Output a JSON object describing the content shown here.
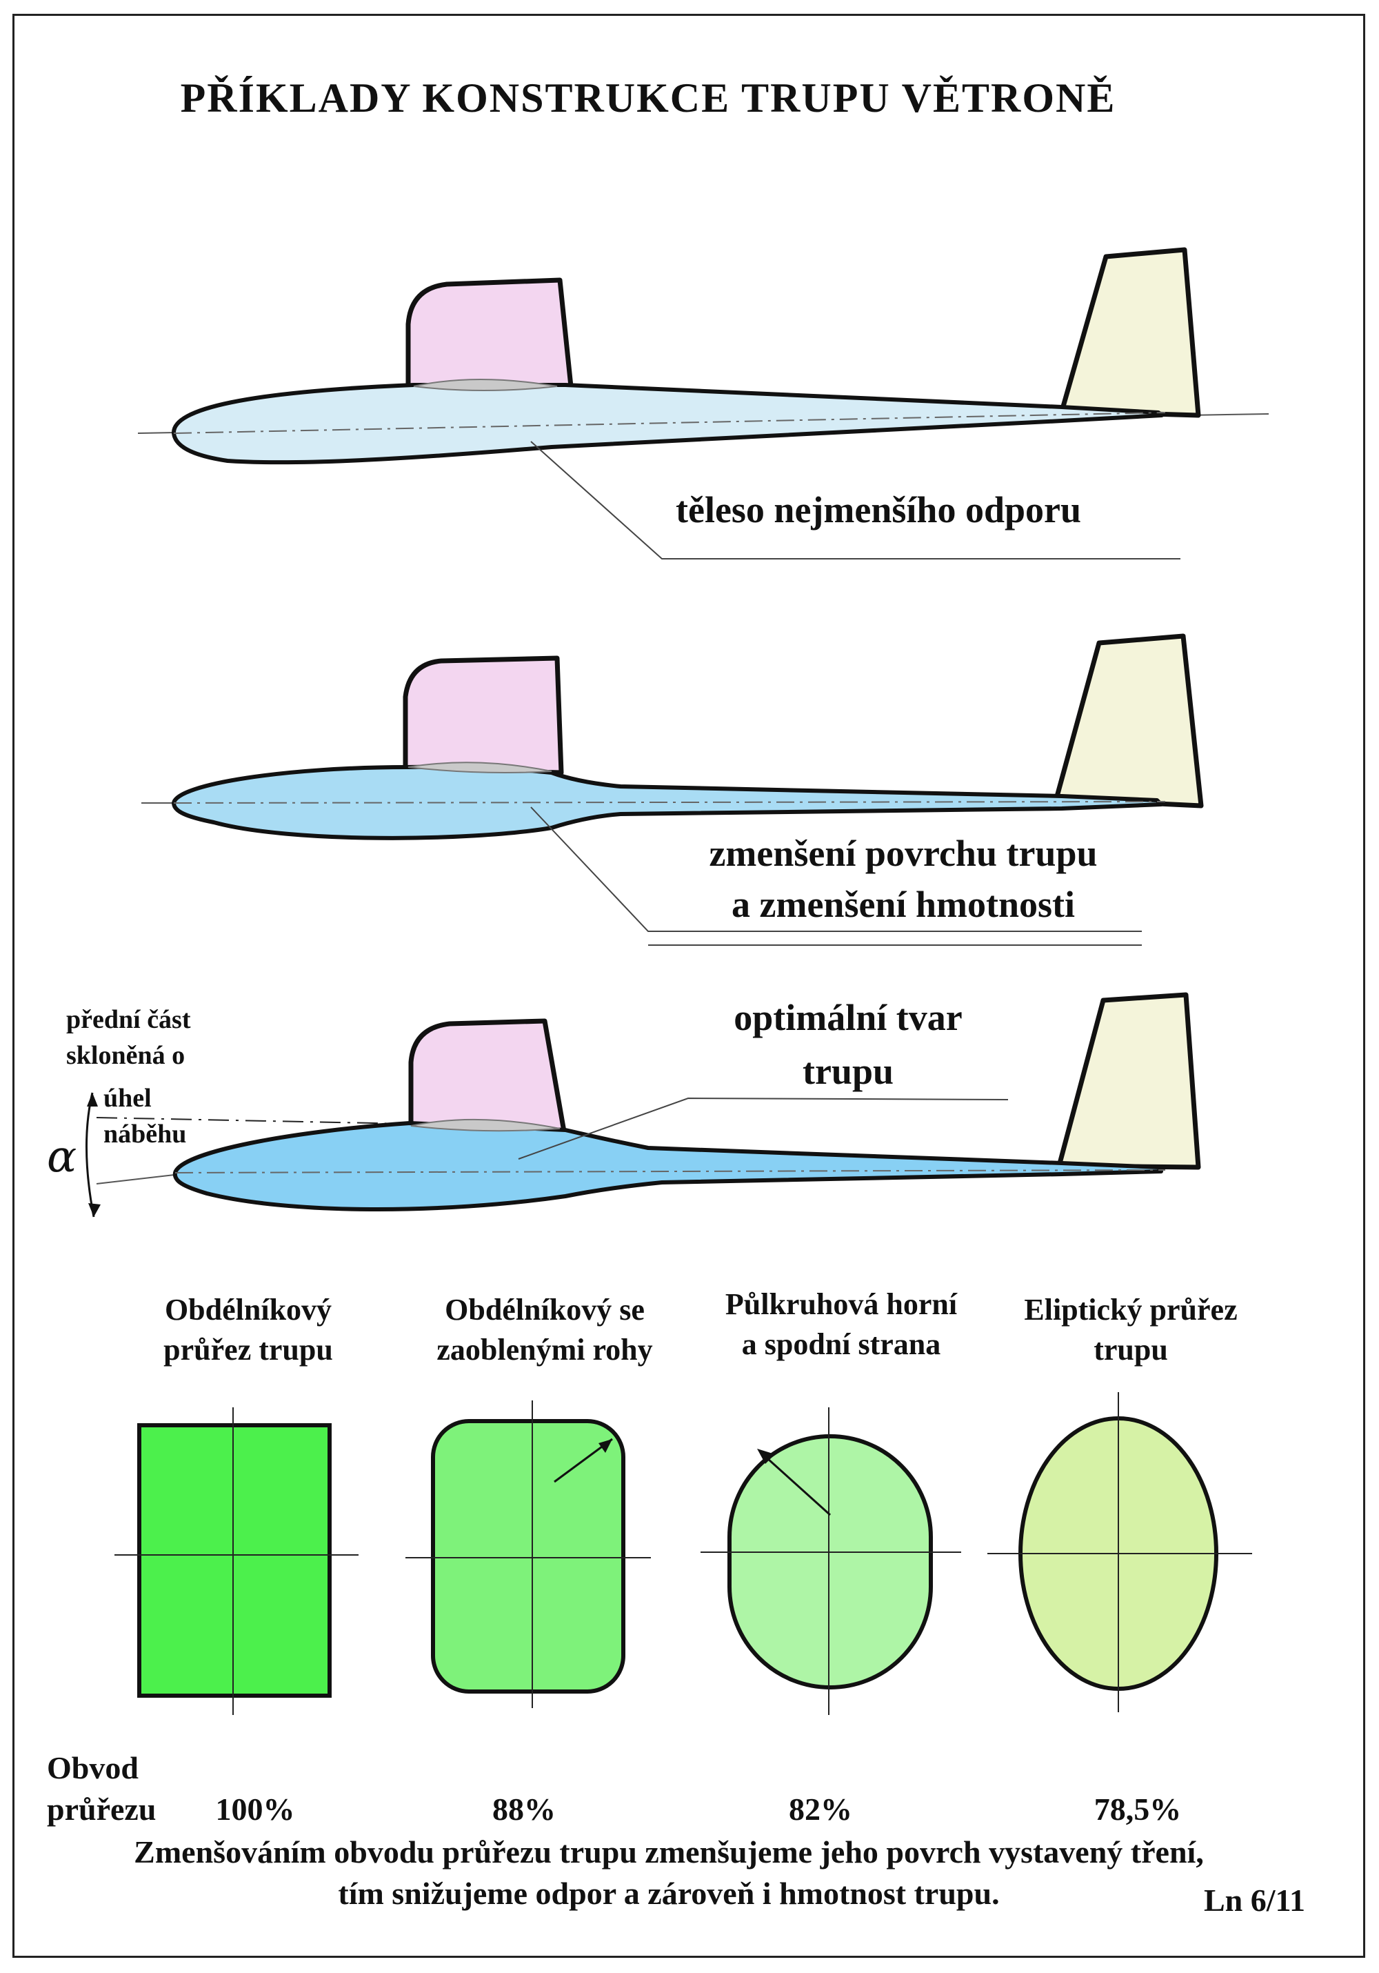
{
  "title": "PŘÍKLADY  KONSTRUKCE  TRUPU  VĚTRONĚ",
  "profiles": [
    {
      "caption_lines": [
        "těleso nejmenšího odporu"
      ]
    },
    {
      "caption_lines": [
        "zmenšení povrchu trupu",
        "a zmenšení hmotnosti"
      ]
    },
    {
      "caption_lines": [
        "optimální tvar",
        "trupu"
      ]
    }
  ],
  "angle_note_lines": [
    "přední část",
    "skloněná o",
    "úhel",
    "náběhu"
  ],
  "angle_symbol": "α",
  "sections": [
    {
      "label_lines": [
        "Obdélníkový",
        "průřez trupu"
      ],
      "shape": "rectangle",
      "perimeter": "100%",
      "color": "#4cf04c"
    },
    {
      "label_lines": [
        "Obdélníkový se",
        "zaoblenými rohy"
      ],
      "shape": "rounded-rectangle",
      "perimeter": "88%",
      "color": "#7ef27a"
    },
    {
      "label_lines": [
        "Půlkruhová horní",
        "a spodní strana"
      ],
      "shape": "stadium",
      "perimeter": "82%",
      "color": "#aef5a6"
    },
    {
      "label_lines": [
        "Eliptický průřez",
        "trupu"
      ],
      "shape": "ellipse",
      "perimeter": "78,5%",
      "color": "#d6f2a6"
    }
  ],
  "perimeter_label_lines": [
    "Obvod",
    "průřezu"
  ],
  "footer_lines": [
    "Zmenšováním obvodu průřezu trupu zmenšujeme jeho povrch vystavený tření,",
    "tím snižujeme odpor a zároveň i hmotnost trupu."
  ],
  "sheet_code": "Ln 6/11",
  "colors": {
    "canopy": "#f3d6f0",
    "fin": "#f4f4da",
    "fuselage_1": "#d6ecf6",
    "fuselage_2": "#a9dcf4",
    "fuselage_3": "#88d0f4",
    "outline": "#111111"
  }
}
